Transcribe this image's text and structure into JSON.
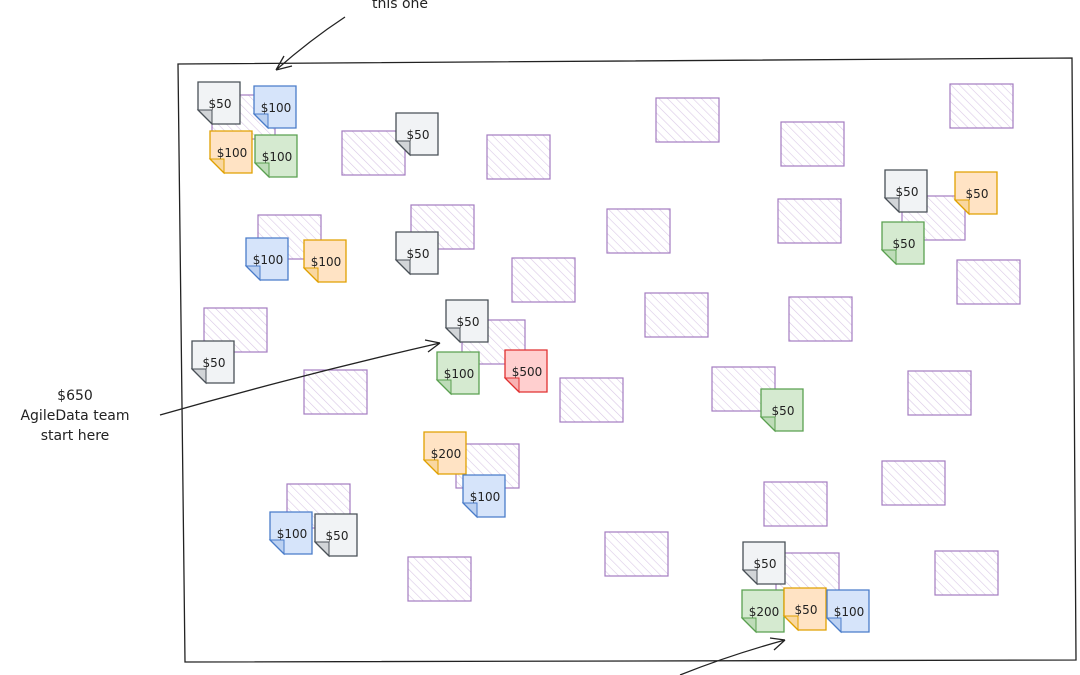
{
  "annotations": {
    "top": "this one",
    "left_line1": "$650",
    "left_line2": "AgileData team",
    "left_line3": "start here"
  },
  "colors": {
    "frame": "#222222",
    "box_stroke": "#a37cc0",
    "box_hatch": "#d9c8e6",
    "gray": {
      "fill": "#f1f3f5",
      "stroke": "#495057"
    },
    "blue": {
      "fill": "#d6e4fa",
      "stroke": "#4a7cc9"
    },
    "orange": {
      "fill": "#ffe3c4",
      "stroke": "#e0a000"
    },
    "green": {
      "fill": "#d5ead0",
      "stroke": "#5aa050"
    },
    "red": {
      "fill": "#ffcfcf",
      "stroke": "#e03131"
    }
  },
  "notes": [
    {
      "color": "gray",
      "label": "$50"
    },
    {
      "color": "blue",
      "label": "$100"
    },
    {
      "color": "orange",
      "label": "$100"
    },
    {
      "color": "green",
      "label": "$100"
    },
    {
      "color": "gray",
      "label": "$50"
    },
    {
      "color": "blue",
      "label": "$100"
    },
    {
      "color": "orange",
      "label": "$100"
    },
    {
      "color": "gray",
      "label": "$50"
    },
    {
      "color": "gray",
      "label": "$50"
    },
    {
      "color": "orange",
      "label": "$50"
    },
    {
      "color": "green",
      "label": "$50"
    },
    {
      "color": "gray",
      "label": "$50"
    },
    {
      "color": "green",
      "label": "$100"
    },
    {
      "color": "red",
      "label": "$500"
    },
    {
      "color": "gray",
      "label": "$50"
    },
    {
      "color": "green",
      "label": "$50"
    },
    {
      "color": "orange",
      "label": "$200"
    },
    {
      "color": "blue",
      "label": "$100"
    },
    {
      "color": "blue",
      "label": "$100"
    },
    {
      "color": "gray",
      "label": "$50"
    },
    {
      "color": "gray",
      "label": "$50"
    },
    {
      "color": "green",
      "label": "$200"
    },
    {
      "color": "orange",
      "label": "$50"
    },
    {
      "color": "blue",
      "label": "$100"
    }
  ]
}
